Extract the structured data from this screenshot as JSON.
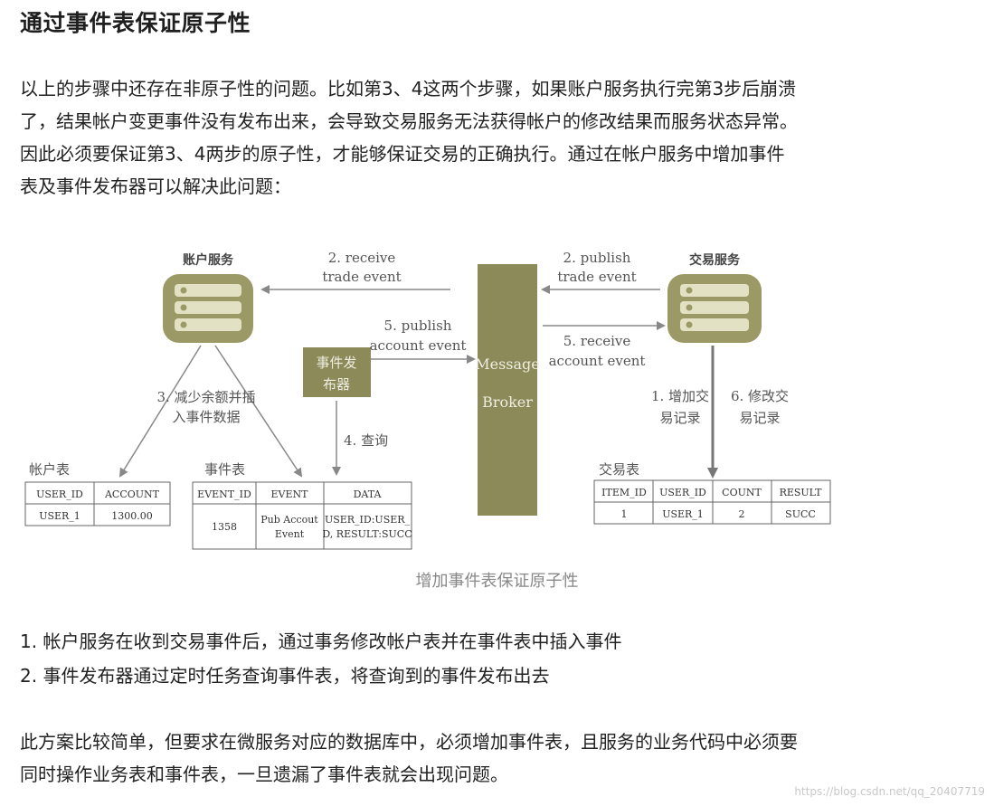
{
  "title": "通过事件表保证原子性",
  "intro": [
    "以上的步骤中还存在非原子性的问题。比如第3、4这两个步骤，如果账户服务执行完第3步后崩溃",
    "了，结果帐户变更事件没有发布出来，会导致交易服务无法获得帐户的修改结果而服务状态异常。",
    "因此必须要保证第3、4两步的原子性，才能够保证交易的正确执行。通过在帐户服务中增加事件",
    "表及事件发布器可以解决此问题："
  ],
  "diagram": {
    "account_service": "账户服务",
    "trade_service": "交易服务",
    "message_broker_1": "Message",
    "message_broker_2": "Broker",
    "publisher_1": "事件发",
    "publisher_2": "布器",
    "arrow_receive_trade_1": "2. receive",
    "arrow_receive_trade_2": "trade event",
    "arrow_publish_trade_1": "2. publish",
    "arrow_publish_trade_2": "trade event",
    "arrow_publish_account_1": "5. publish",
    "arrow_publish_account_2": "account event",
    "arrow_receive_account_1": "5. receive",
    "arrow_receive_account_2": "account event",
    "step3_1": "3. 减少余额并插",
    "step3_2": "入事件数据",
    "step4": "4. 查询",
    "step1_1": "1. 增加交",
    "step1_2": "易记录",
    "step6_1": "6. 修改交",
    "step6_2": "易记录",
    "account_table": {
      "name": "帐户表",
      "headers": [
        "USER_ID",
        "ACCOUNT"
      ],
      "row": [
        "USER_1",
        "1300.00"
      ]
    },
    "event_table": {
      "name": "事件表",
      "headers": [
        "EVENT_ID",
        "EVENT",
        "DATA"
      ],
      "row_id": "1358",
      "row_event_1": "Pub Accout",
      "row_event_2": "Event",
      "row_data_1": "USER_ID:USER_",
      "row_data_2": "D, RESULT:SUCC"
    },
    "trade_table": {
      "name": "交易表",
      "headers": [
        "ITEM_ID",
        "USER_ID",
        "COUNT",
        "RESULT"
      ],
      "row": [
        "1",
        "USER_1",
        "2",
        "SUCC"
      ]
    }
  },
  "caption": "增加事件表保证原子性",
  "list": [
    "1. 帐户服务在收到交易事件后，通过事务修改帐户表并在事件表中插入事件",
    "2. 事件发布器通过定时任务查询事件表，将查询到的事件发布出去"
  ],
  "outro": [
    "此方案比较简单，但要求在微服务对应的数据库中，必须增加事件表，且服务的业务代码中必须要",
    "同时操作业务表和事件表，一旦遗漏了事件表就会出现问题。"
  ],
  "watermark": "https://blog.csdn.net/qq_20407719",
  "colors": {
    "olive": "#8c8a58",
    "olive_light": "#b6b47f",
    "arrow": "#888",
    "line": "#666"
  }
}
